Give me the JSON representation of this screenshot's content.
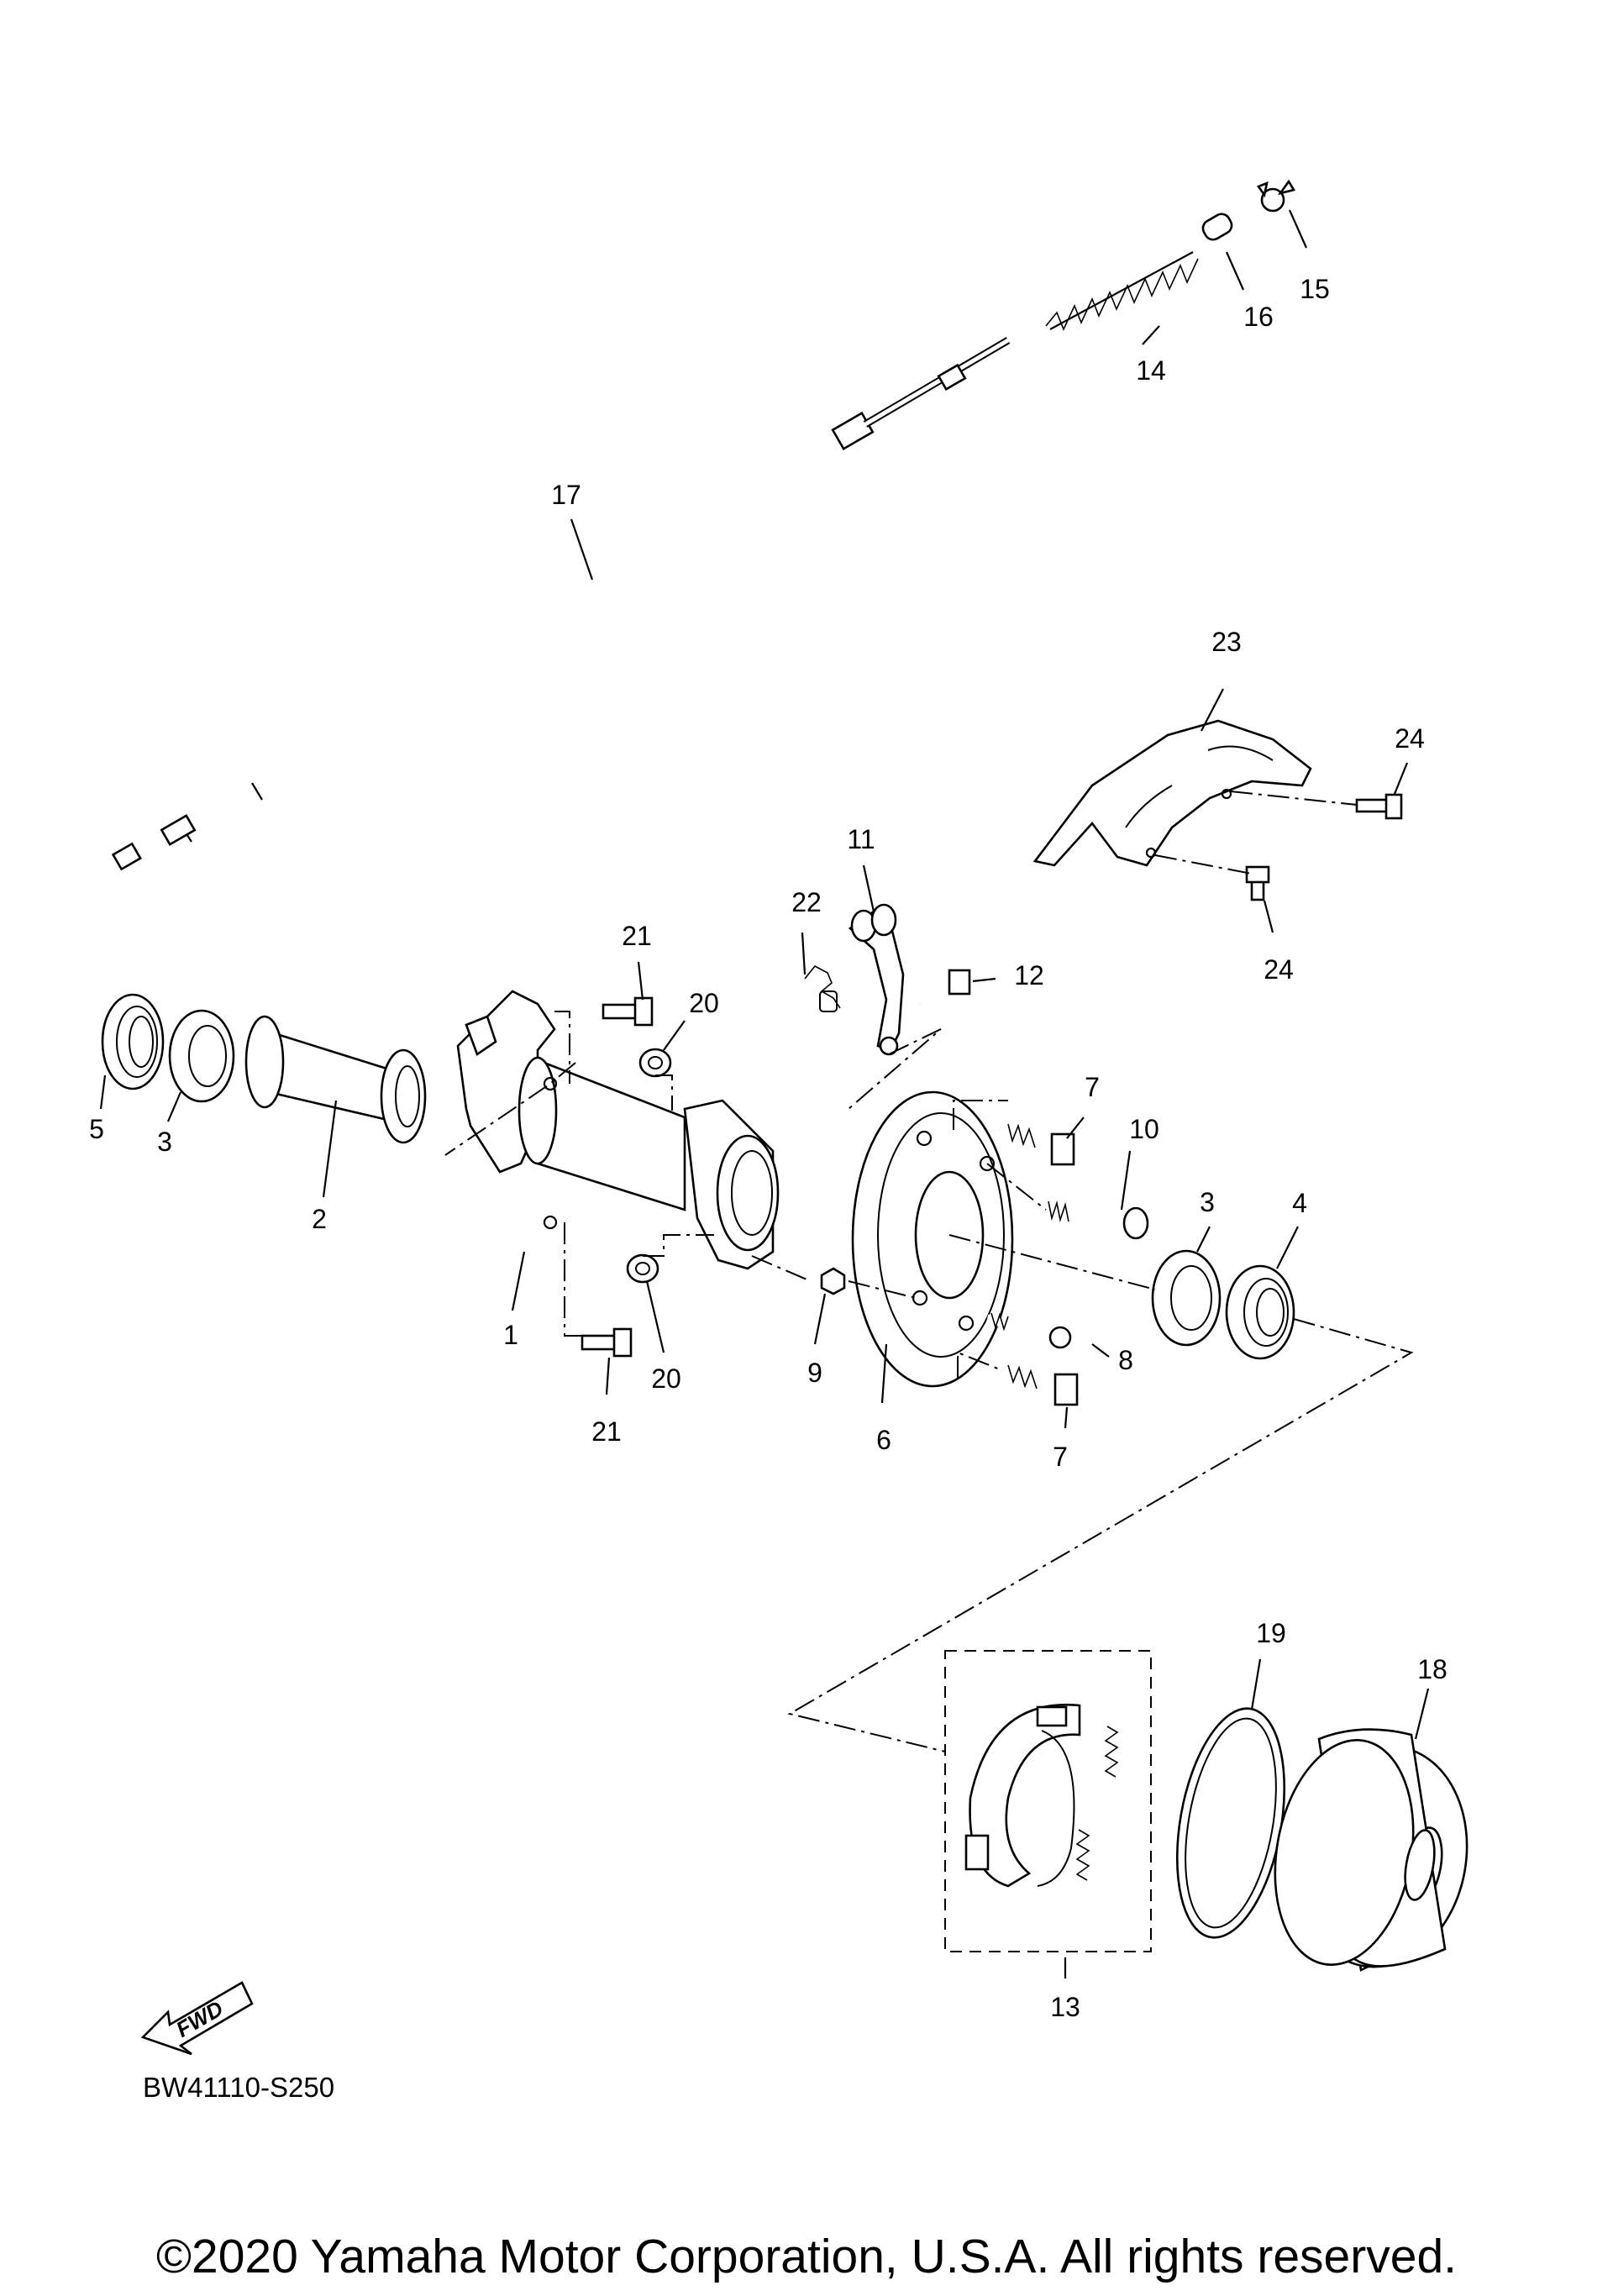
{
  "callouts": {
    "c1": "1",
    "c2": "2",
    "c3a": "3",
    "c3b": "3",
    "c4": "4",
    "c5": "5",
    "c6": "6",
    "c7a": "7",
    "c7b": "7",
    "c8": "8",
    "c9": "9",
    "c10": "10",
    "c11": "11",
    "c12": "12",
    "c13": "13",
    "c14": "14",
    "c15": "15",
    "c16": "16",
    "c17": "17",
    "c18": "18",
    "c19": "19",
    "c20a": "20",
    "c20b": "20",
    "c21a": "21",
    "c21b": "21",
    "c22": "22",
    "c23": "23",
    "c24a": "24",
    "c24b": "24"
  },
  "fwd_label": "FWD",
  "diagram_code": "BW41110-S250",
  "copyright": "©2020 Yamaha Motor Corporation, U.S.A. All rights reserved."
}
